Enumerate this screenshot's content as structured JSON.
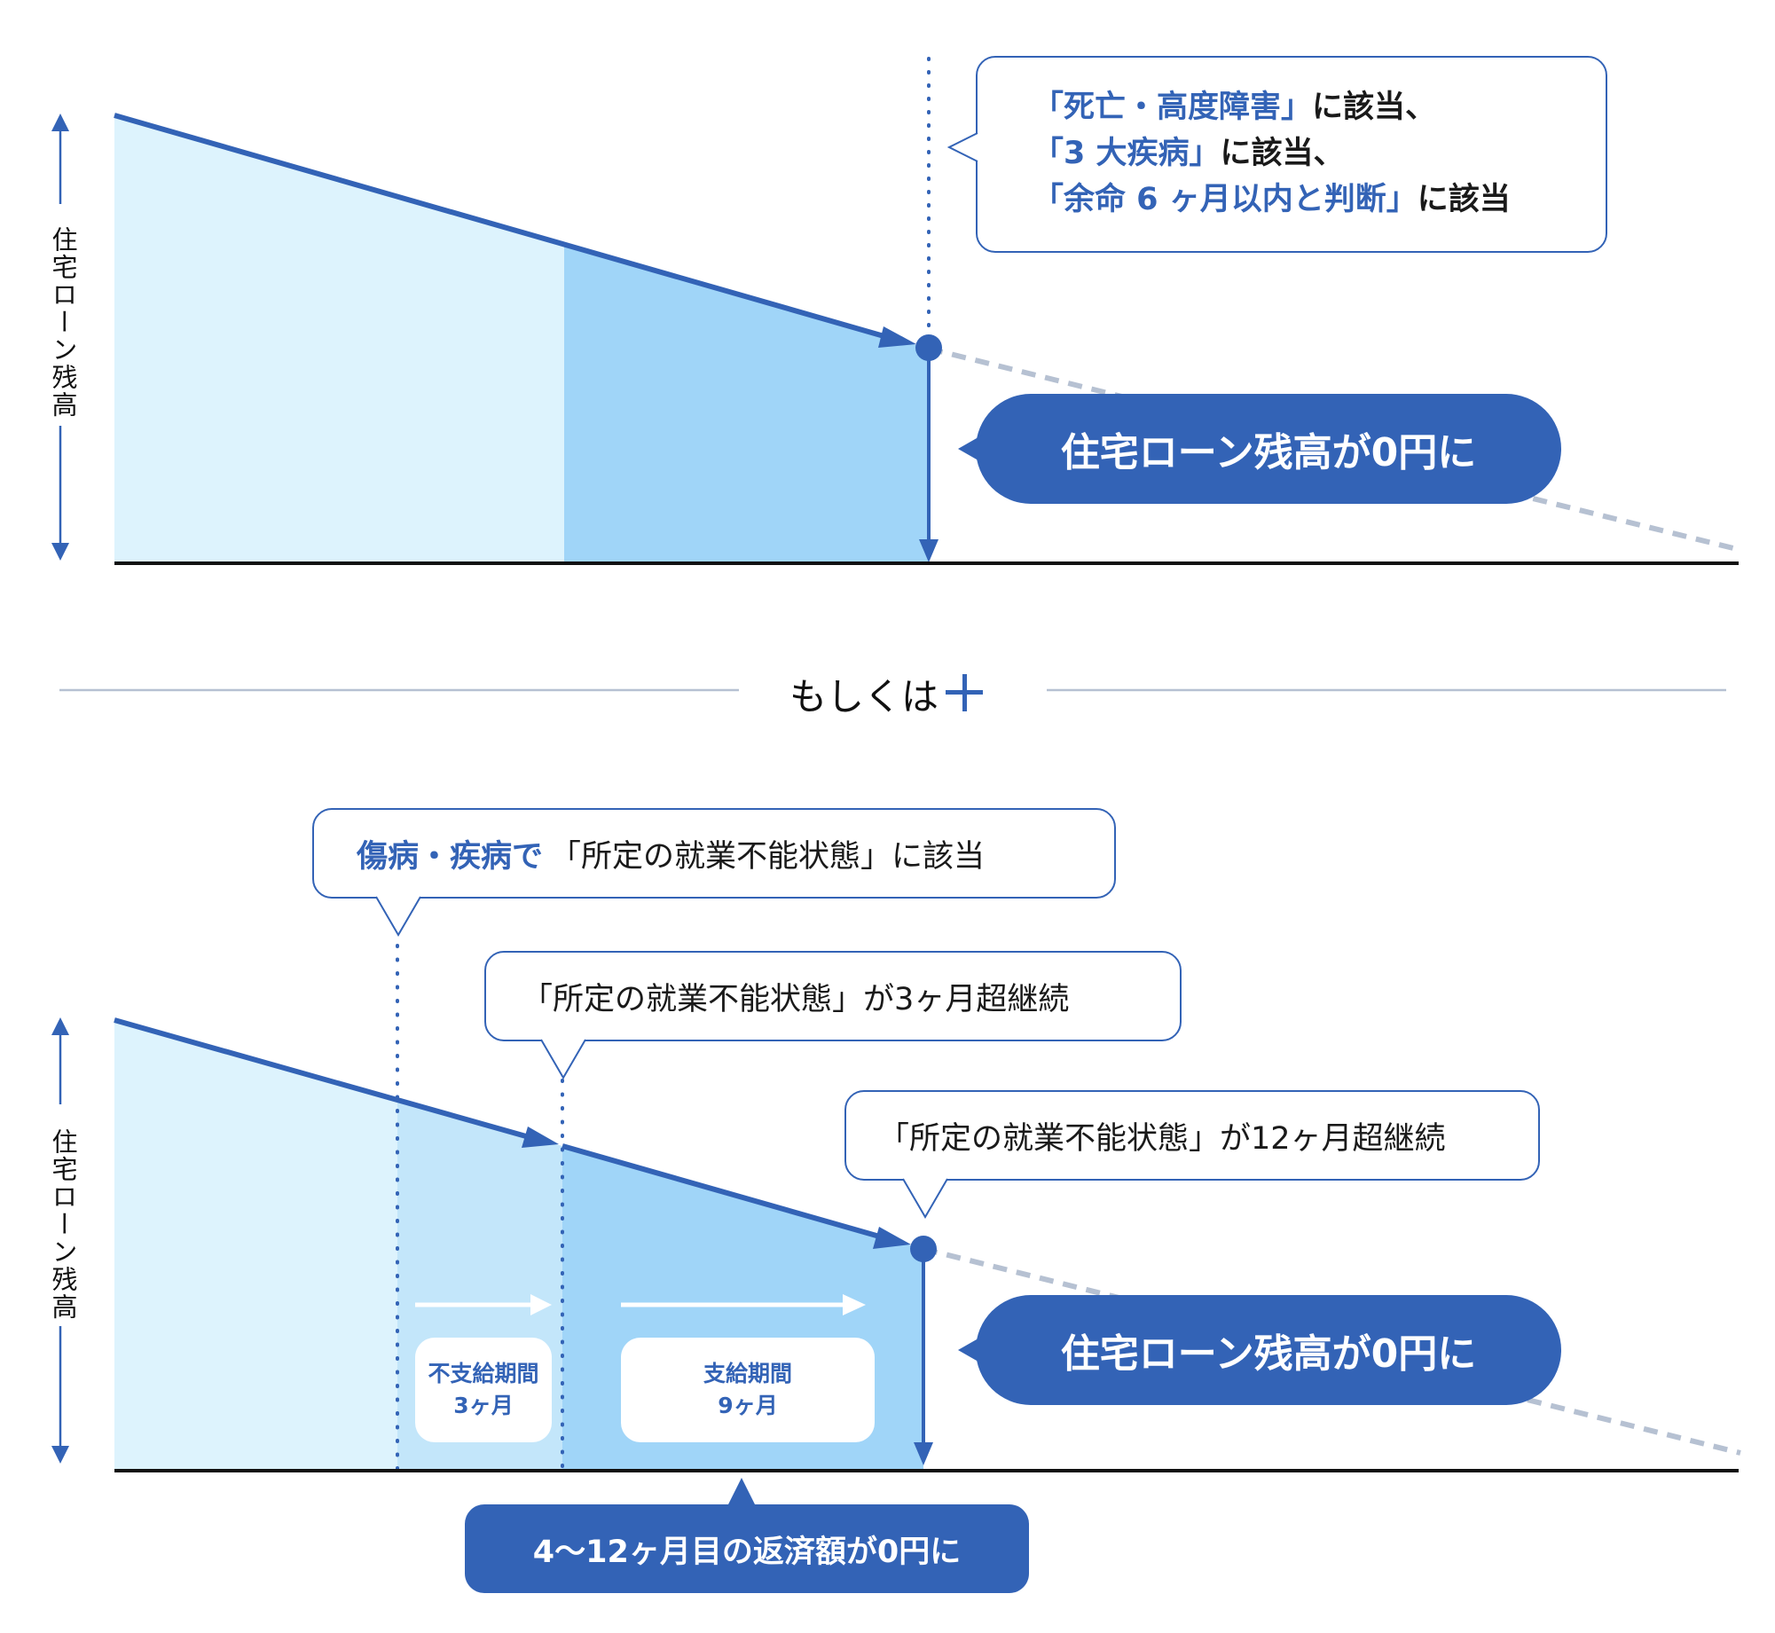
{
  "colors": {
    "accent": "#3363b6",
    "area_light": "#ddf3fd",
    "area_mid": "#c3e6fa",
    "area_dark": "#a0d5f8",
    "projection_dash": "#b6c1d2",
    "divider": "#b6c1d2",
    "baseline": "#111111"
  },
  "diagram_top": {
    "y_axis_label": "住宅ローン残高",
    "callout": {
      "lines": [
        {
          "highlight": "「死亡・高度障害」",
          "rest": "に該当、"
        },
        {
          "highlight": "「3 大疾病」",
          "rest": "に該当、"
        },
        {
          "highlight": "「余命 6 ヶ月以内と判断」",
          "rest": "に該当"
        }
      ]
    },
    "result_pill": "住宅ローン残高が0円に"
  },
  "separator": {
    "label": "もしくは",
    "plus_icon": "+"
  },
  "diagram_bottom": {
    "y_axis_label": "住宅ローン残高",
    "callout_trigger": {
      "highlight": "傷病・疾病で",
      "rest": "「所定の就業不能状態」に該当"
    },
    "callout_3months": "「所定の就業不能状態」が3ヶ月超継続",
    "callout_12months": "「所定の就業不能状態」が12ヶ月超継続",
    "period_nonpayment": {
      "title": "不支給期間",
      "duration": "3ヶ月"
    },
    "period_payment": {
      "title": "支給期間",
      "duration": "9ヶ月"
    },
    "result_pill": "住宅ローン残高が0円に",
    "payment_pill": "4～12ヶ月目の返済額が0円に"
  }
}
